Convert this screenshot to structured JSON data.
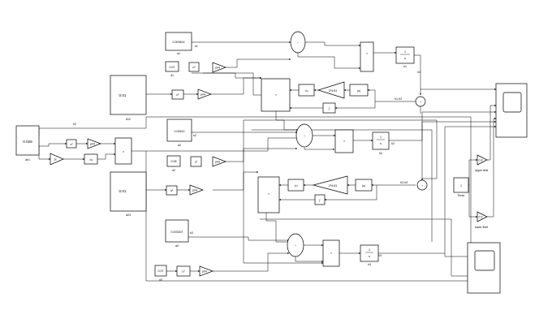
{
  "constants": {
    "c_d1_value": "0.026",
    "c_d1_name": "de1",
    "c_d12_value": "0.01",
    "c_d12_name": "d12",
    "c_d23_value": "0.01",
    "c_d23_name": "d23",
    "c_a1_value": "0.003814",
    "c_a1_name": "a1",
    "c_d1b_value": "0.07",
    "c_d1b_name": "d1",
    "c_a2_value": "0.00512",
    "c_a2_name": "a2",
    "c_d2_value": "0.06",
    "c_d2_name": "d2",
    "c_a3_value": "0.003307",
    "c_a3_name": "a3",
    "c_d3_value": "0.07",
    "c_d3_name": "d3",
    "c_timer_value": "1",
    "c_timer_name": "Timer"
  },
  "operators": {
    "u2": "u²",
    "sqrt": "√u",
    "gain_2981": "2*9.81",
    "abs": "|u|",
    "integ_num": "1",
    "integ_den": "s",
    "mult": "×",
    "div": "÷",
    "pi4": "pi/4",
    "pi": "pi",
    "upper_gain": "0.8",
    "lower_gain": "0.2"
  },
  "signals": {
    "h1": "h1",
    "h2": "h2",
    "h3": "h3",
    "h1h2": "h1-h2",
    "h2h3": "h2-h3",
    "s1": "s1",
    "s2": "s2",
    "s3": "s3",
    "upper_limit": "upper limit",
    "lower_limit": "lower limit"
  }
}
